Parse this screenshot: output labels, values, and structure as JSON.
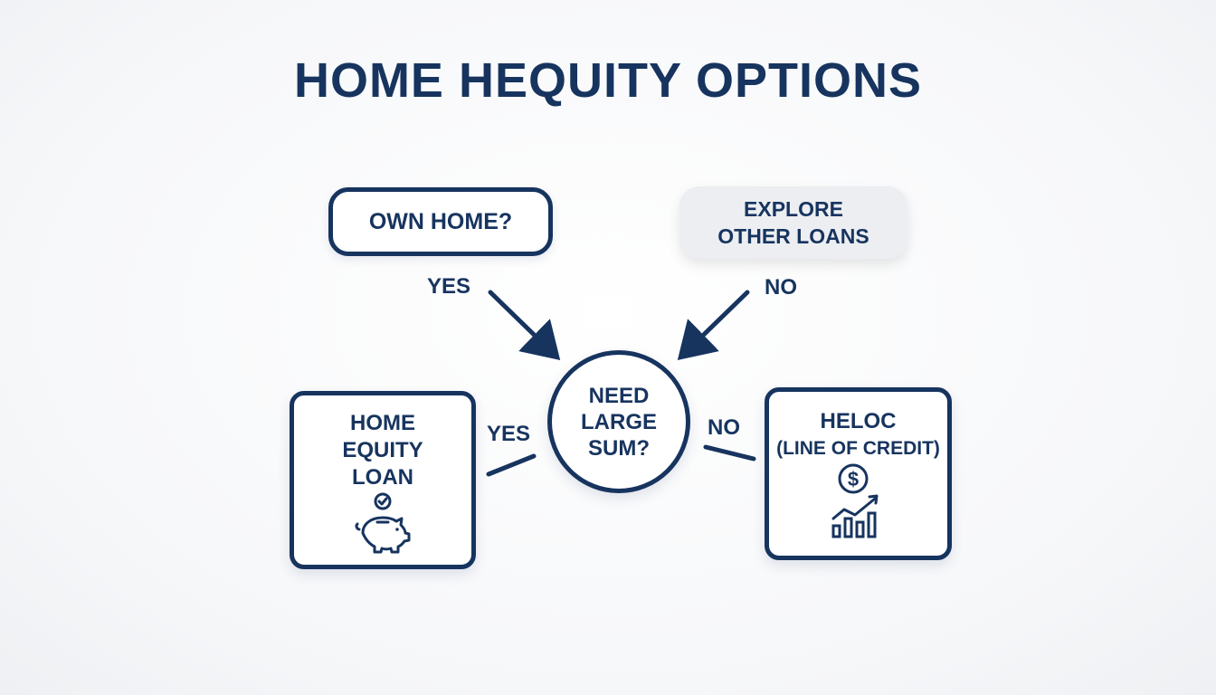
{
  "title": "HOME HEQUITY OPTIONS",
  "nodes": {
    "own_home": "OWN HOME?",
    "explore": {
      "line1": "EXPLORE",
      "line2": "OTHER LOANS"
    },
    "decision": {
      "line1": "NEED",
      "line2": "LARGE",
      "line3": "SUM?"
    },
    "home_equity_loan": {
      "line1": "HOME",
      "line2": "EQUITY",
      "line3": "LOAN",
      "icon": "piggy-bank-check-icon"
    },
    "heloc": {
      "line1": "HELOC",
      "line2": "(LINE OF CREDIT)",
      "icon": "dollar-growth-chart-icon"
    }
  },
  "edges": {
    "yes_top": "YES",
    "no_top": "NO",
    "yes_mid": "YES",
    "no_mid": "NO"
  },
  "colors": {
    "primary": "#17345f",
    "muted_box": "#eceef1",
    "background": "#f6f7f9"
  }
}
